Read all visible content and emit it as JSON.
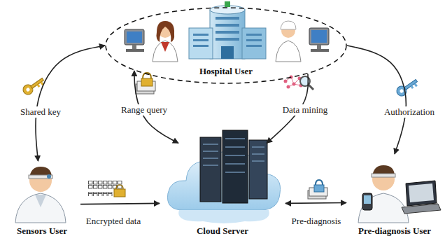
{
  "diagram": {
    "nodes": [
      {
        "text": [
          "Hospital User"
        ]
      },
      {
        "text": [
          "Cloud Server"
        ]
      },
      {
        "text": [
          "Sensors User"
        ]
      },
      {
        "text": [
          "Pre-diagnosis User"
        ]
      }
    ],
    "edges": [
      {
        "from": 0,
        "to": 2,
        "arrow": "both",
        "label": "Shared key"
      },
      {
        "from": 0,
        "to": 3,
        "arrow": "to",
        "label": "Authorization"
      },
      {
        "from": 1,
        "to": 0,
        "arrow": "both",
        "label": "Range query"
      },
      {
        "from": 0,
        "to": 1,
        "arrow": "to",
        "label": "Data mining"
      },
      {
        "from": 2,
        "to": 1,
        "arrow": "to",
        "label": "Encrypted data"
      },
      {
        "from": 1,
        "to": 3,
        "arrow": "both",
        "label": "Pre-diagnosis"
      }
    ]
  }
}
